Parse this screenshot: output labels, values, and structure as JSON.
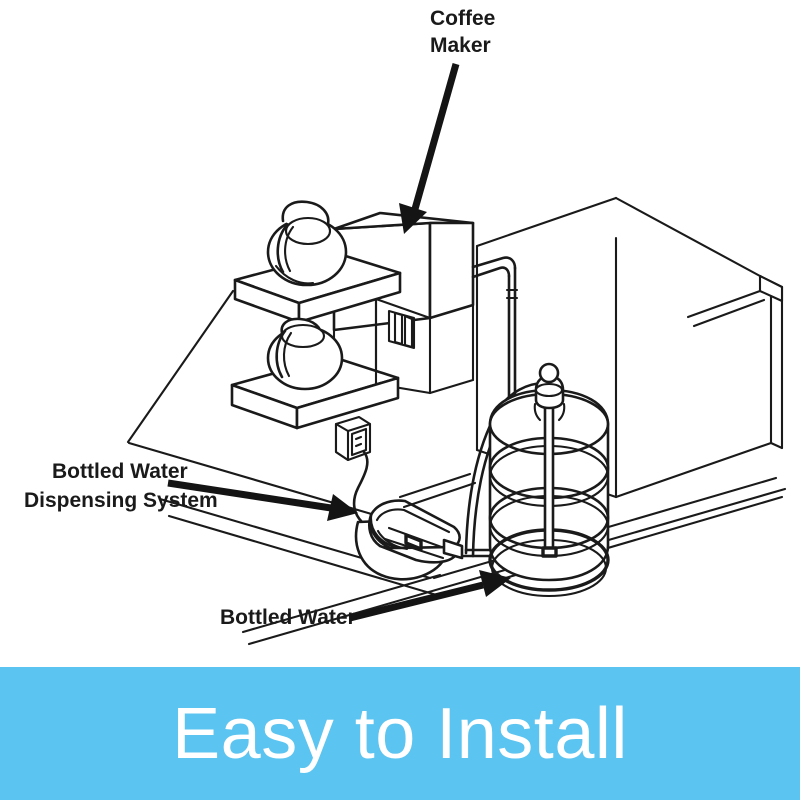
{
  "page": {
    "title": "Easy to Install",
    "background_color": "#ffffff",
    "line_color": "#1a1a1a"
  },
  "banner": {
    "text": "Easy to Install",
    "background_color": "#5bc4f0",
    "text_color": "#ffffff"
  },
  "diagram": {
    "type": "isometric line drawing",
    "subject": "Bottled water dispensing system connected to a coffee maker",
    "labels": {
      "coffee_maker_line1": "Coffee",
      "coffee_maker_line2": "Maker",
      "dispensing_line1": "Bottled Water",
      "dispensing_line2": "Dispensing System",
      "bottled_water": "Bottled Water"
    },
    "parts": [
      "coffee-maker",
      "upper-carafe",
      "lower-carafe",
      "warming-shelf",
      "wall-outlet",
      "power-cord",
      "dispensing-pump-unit",
      "water-tube",
      "water-bottle",
      "bottle-probe",
      "room-corner-wall",
      "countertop",
      "floor-baseboard"
    ]
  }
}
